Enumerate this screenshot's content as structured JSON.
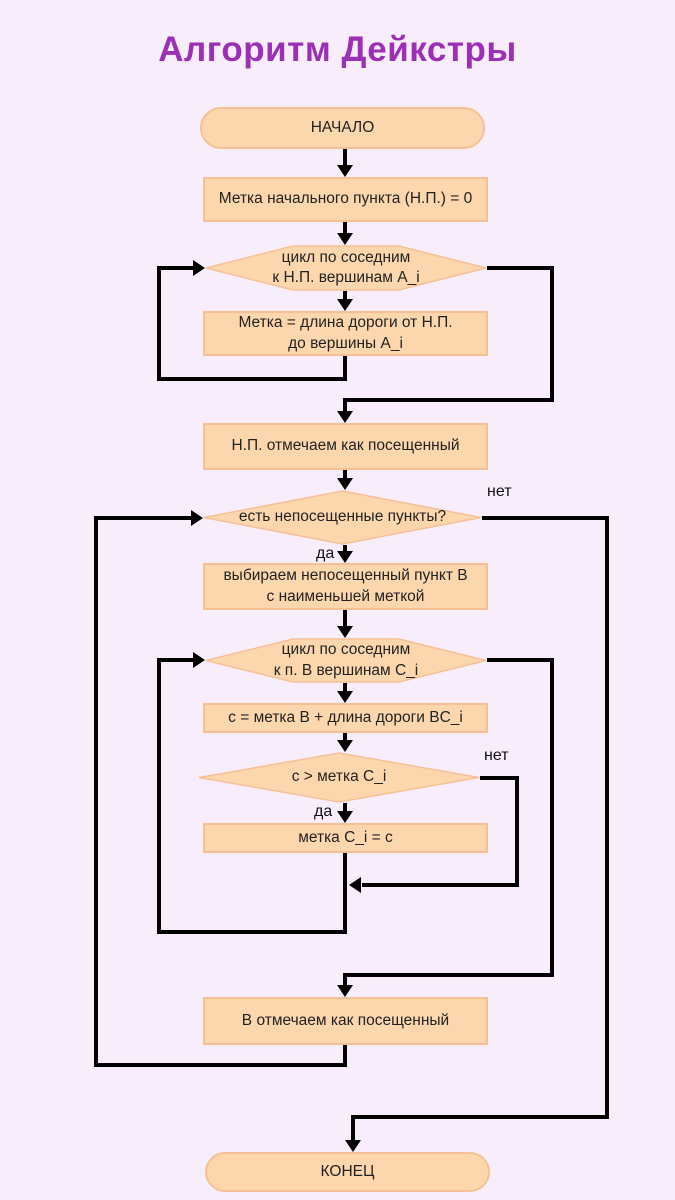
{
  "title": "Алгоритм Дейкстры",
  "edge_labels": {
    "yes": "да",
    "no": "нет"
  },
  "nodes": {
    "start": {
      "text": "НАЧАЛО"
    },
    "init_label": {
      "text": "Метка начального пункта (Н.П.) = 0"
    },
    "loop_a": {
      "line1": "цикл по соседним",
      "line2": "к Н.П. вершинам A_i"
    },
    "set_label": {
      "line1": "Метка = длина дороги от Н.П.",
      "line2": "до вершины A_i"
    },
    "mark_np_visited": {
      "text": "Н.П. отмечаем как посещенный"
    },
    "has_unvisited": {
      "text": "есть непосещенные пункты?"
    },
    "choose_b": {
      "line1": "выбираем непосещенный пункт B",
      "line2": "с наименьшей меткой"
    },
    "loop_c": {
      "line1": "цикл по соседним",
      "line2": "к п. B вершинам C_i"
    },
    "calc_c": {
      "text": "с = метка B + длина дороги BC_i"
    },
    "compare_c": {
      "text": "с > метка C_i"
    },
    "update_label": {
      "text": "метка C_i = с"
    },
    "mark_b_visited": {
      "text": "B отмечаем как посещенный"
    },
    "end": {
      "text": "КОНЕЦ"
    }
  },
  "colors": {
    "background": "#F8EDFB",
    "shape_fill": "#FCD7AE",
    "shape_border": "#F5C096",
    "title": "#9B2FB5",
    "connector": "#000000",
    "text": "#222222",
    "label_text": "#111111"
  }
}
